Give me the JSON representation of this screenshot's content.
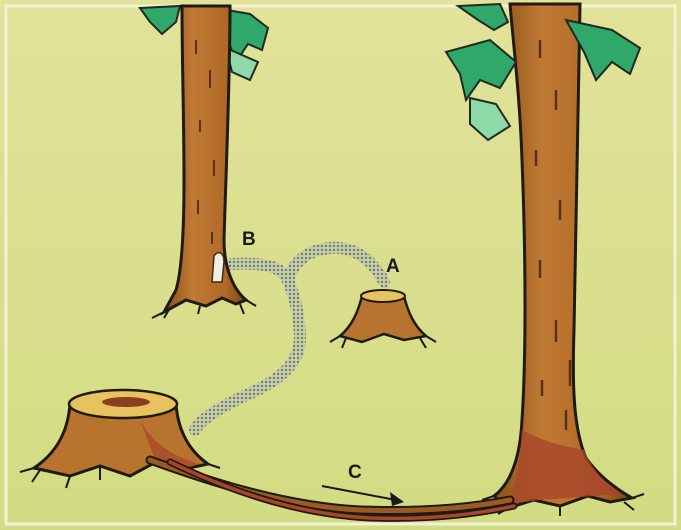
{
  "diagram": {
    "labels": {
      "a": "A",
      "b": "B",
      "c": "C"
    },
    "colors": {
      "background_top": "#e2e29a",
      "background_bottom": "#d4dd84",
      "bark": "#b8742e",
      "bark_dark": "#7a4614",
      "bark_red": "#a8452a",
      "cut_wood": "#e8c25e",
      "foliage": "#2fa86a",
      "foliage_light": "#8fd8a8",
      "root_graft": "#9b5a24",
      "fungus_strand": "#9aa3ad",
      "ink": "#1a1a1a"
    },
    "icons": [
      "tall-tree",
      "tall-tree",
      "tree-stump",
      "tree-stump",
      "arrow-right"
    ]
  }
}
